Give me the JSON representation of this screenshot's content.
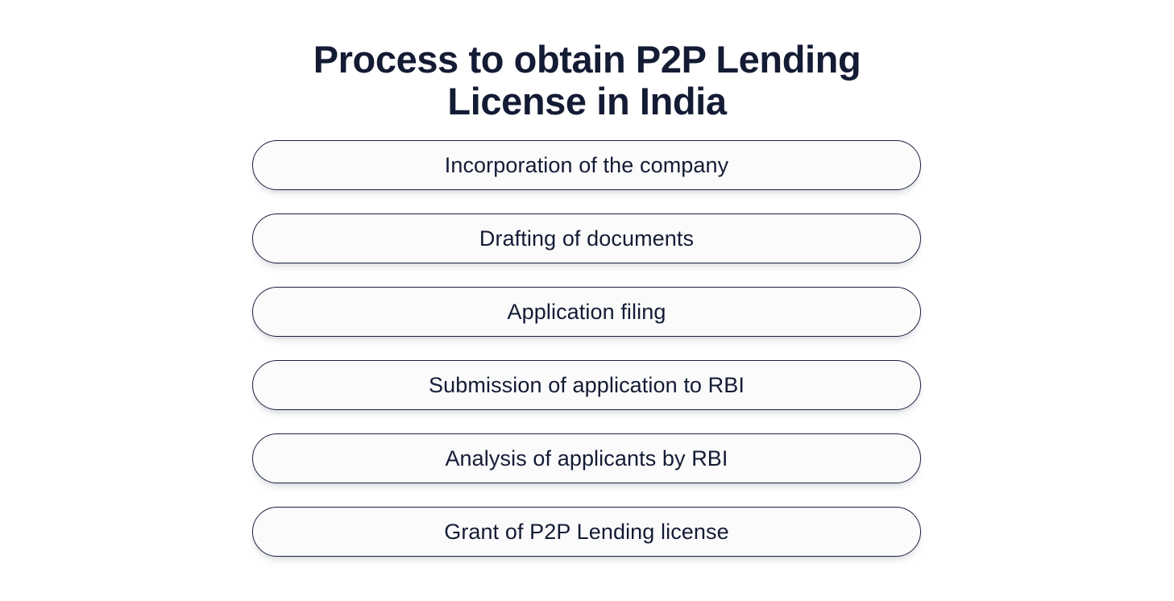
{
  "page": {
    "background_color": "#ffffff",
    "text_color": "#141b34"
  },
  "title": {
    "line1": "Process to obtain P2P Lending",
    "line2": "License in India",
    "full": "Process to obtain P2P Lending License in India"
  },
  "steps": {
    "border_color": "#1a2240",
    "fill_color": "#fbfbfc",
    "items": [
      {
        "label": "Incorporation of the company"
      },
      {
        "label": "Drafting of documents"
      },
      {
        "label": "Application filing"
      },
      {
        "label": "Submission of application to RBI"
      },
      {
        "label": "Analysis of applicants by RBI"
      },
      {
        "label": "Grant of P2P Lending license"
      }
    ]
  }
}
